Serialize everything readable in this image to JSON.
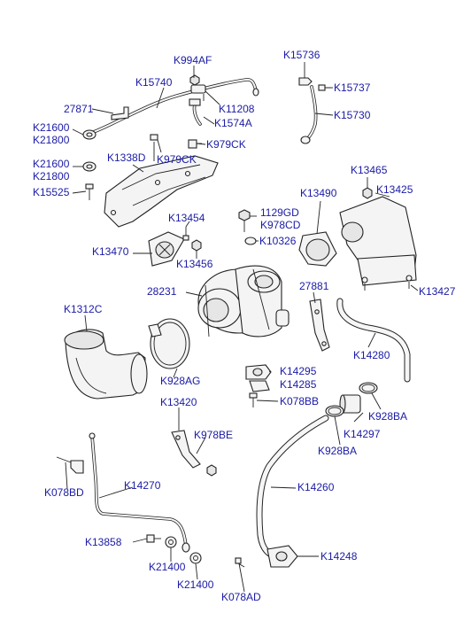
{
  "parts": {
    "k994af": "K994AF",
    "k15740": "K15740",
    "k27871": "27871",
    "k11208": "K11208",
    "k1574a": "K1574A",
    "k979ck_1": "K979CK",
    "k979ck_2": "K979CK",
    "k21600_1": "K21600",
    "k21800_1": "K21800",
    "k21600_2": "K21600",
    "k21800_2": "K21800",
    "k1338d": "K1338D",
    "k15525": "K15525",
    "k15736": "K15736",
    "k15737": "K15737",
    "k15730": "K15730",
    "k13465": "K13465",
    "k13425": "K13425",
    "k13490": "K13490",
    "k1129gd": "1129GD",
    "k978cd": "K978CD",
    "k13454": "K13454",
    "k10326": "K10326",
    "k13470": "K13470",
    "k13456": "K13456",
    "k13427": "K13427",
    "k28231": "28231",
    "k27881": "27881",
    "k1312c": "K1312C",
    "k14280": "K14280",
    "k14295": "K14295",
    "k14285": "K14285",
    "k078bb": "K078BB",
    "k928ag": "K928AG",
    "k928ba_1": "K928BA",
    "k928ba_2": "K928BA",
    "k14297": "K14297",
    "k13420": "K13420",
    "k978be": "K978BE",
    "k078bd": "K078BD",
    "k14270": "K14270",
    "k14260": "K14260",
    "k13858": "K13858",
    "k21400_1": "K21400",
    "k21400_2": "K21400",
    "k14248": "K14248",
    "k078ad": "K078AD"
  }
}
